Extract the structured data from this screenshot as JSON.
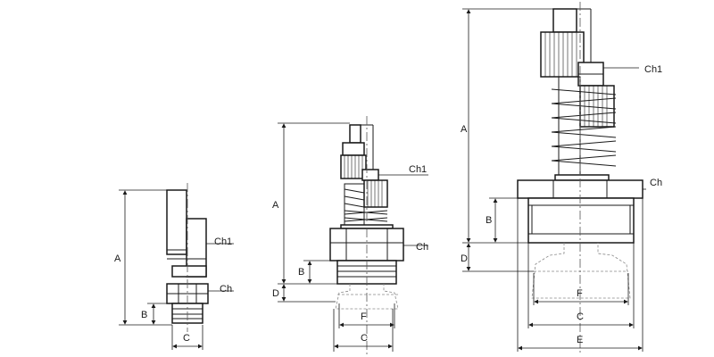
{
  "labels": {
    "a": "A",
    "b": "B",
    "c": "C",
    "d": "D",
    "e": "E",
    "f": "F",
    "ch": "Ch",
    "ch1": "Ch1"
  }
}
